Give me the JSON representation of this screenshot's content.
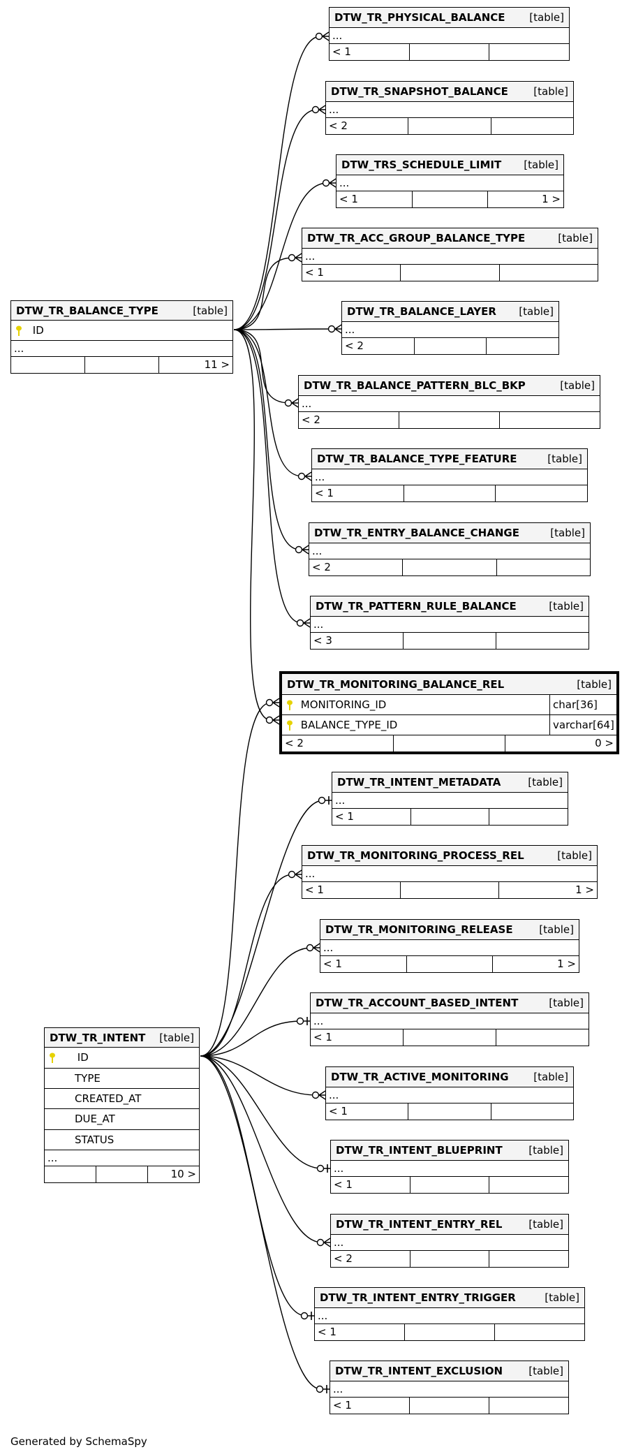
{
  "footer": {
    "credit": "Generated by SchemaSpy"
  },
  "colors": {
    "key": "#e6d200",
    "header_bg": "#f4f4f4",
    "line": "#000000"
  },
  "balance_type": {
    "name": "DTW_TR_BALANCE_TYPE",
    "type": "[table]",
    "columns": [
      "ID"
    ],
    "more": "...",
    "parents": "",
    "mid": "",
    "children": "11 >"
  },
  "intent": {
    "name": "DTW_TR_INTENT",
    "type": "[table]",
    "columns": [
      "ID",
      "TYPE",
      "CREATED_AT",
      "DUE_AT",
      "STATUS"
    ],
    "more": "...",
    "parents": "",
    "mid": "",
    "children": "10 >"
  },
  "monitoring_rel": {
    "name": "DTW_TR_MONITORING_BALANCE_REL",
    "type": "[table]",
    "columns": [
      {
        "name": "MONITORING_ID",
        "type": "char[36]"
      },
      {
        "name": "BALANCE_TYPE_ID",
        "type": "varchar[64]"
      }
    ],
    "parents": "< 2",
    "mid": "",
    "children": "0 >"
  },
  "tables": [
    {
      "name": "DTW_TR_PHYSICAL_BALANCE",
      "type": "[table]",
      "more": "...",
      "parents": "< 1",
      "mid": "",
      "children": ""
    },
    {
      "name": "DTW_TR_SNAPSHOT_BALANCE",
      "type": "[table]",
      "more": "...",
      "parents": "< 2",
      "mid": "",
      "children": ""
    },
    {
      "name": "DTW_TRS_SCHEDULE_LIMIT",
      "type": "[table]",
      "more": "...",
      "parents": "< 1",
      "mid": "",
      "children": "1 >"
    },
    {
      "name": "DTW_TR_ACC_GROUP_BALANCE_TYPE",
      "type": "[table]",
      "more": "...",
      "parents": "< 1",
      "mid": "",
      "children": ""
    },
    {
      "name": "DTW_TR_BALANCE_LAYER",
      "type": "[table]",
      "more": "...",
      "parents": "< 2",
      "mid": "",
      "children": ""
    },
    {
      "name": "DTW_TR_BALANCE_PATTERN_BLC_BKP",
      "type": "[table]",
      "more": "...",
      "parents": "< 2",
      "mid": "",
      "children": ""
    },
    {
      "name": "DTW_TR_BALANCE_TYPE_FEATURE",
      "type": "[table]",
      "more": "...",
      "parents": "< 1",
      "mid": "",
      "children": ""
    },
    {
      "name": "DTW_TR_ENTRY_BALANCE_CHANGE",
      "type": "[table]",
      "more": "...",
      "parents": "< 2",
      "mid": "",
      "children": ""
    },
    {
      "name": "DTW_TR_PATTERN_RULE_BALANCE",
      "type": "[table]",
      "more": "...",
      "parents": "< 3",
      "mid": "",
      "children": ""
    },
    {
      "name": "DTW_TR_INTENT_METADATA",
      "type": "[table]",
      "more": "...",
      "parents": "< 1",
      "mid": "",
      "children": ""
    },
    {
      "name": "DTW_TR_MONITORING_PROCESS_REL",
      "type": "[table]",
      "more": "...",
      "parents": "< 1",
      "mid": "",
      "children": "1 >"
    },
    {
      "name": "DTW_TR_MONITORING_RELEASE",
      "type": "[table]",
      "more": "...",
      "parents": "< 1",
      "mid": "",
      "children": "1 >"
    },
    {
      "name": "DTW_TR_ACCOUNT_BASED_INTENT",
      "type": "[table]",
      "more": "...",
      "parents": "< 1",
      "mid": "",
      "children": ""
    },
    {
      "name": "DTW_TR_ACTIVE_MONITORING",
      "type": "[table]",
      "more": "...",
      "parents": "< 1",
      "mid": "",
      "children": ""
    },
    {
      "name": "DTW_TR_INTENT_BLUEPRINT",
      "type": "[table]",
      "more": "...",
      "parents": "< 1",
      "mid": "",
      "children": ""
    },
    {
      "name": "DTW_TR_INTENT_ENTRY_REL",
      "type": "[table]",
      "more": "...",
      "parents": "< 2",
      "mid": "",
      "children": ""
    },
    {
      "name": "DTW_TR_INTENT_ENTRY_TRIGGER",
      "type": "[table]",
      "more": "...",
      "parents": "< 1",
      "mid": "",
      "children": ""
    },
    {
      "name": "DTW_TR_INTENT_EXCLUSION",
      "type": "[table]",
      "more": "...",
      "parents": "< 1",
      "mid": "",
      "children": ""
    }
  ]
}
